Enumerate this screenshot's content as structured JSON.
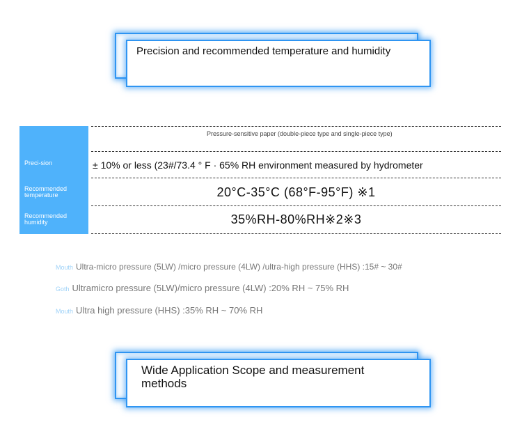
{
  "heading_top": "Precision and recommended temperature and humidity",
  "table": {
    "type_row": "Pressure-sensitive paper (double-piece type and single-piece type)",
    "rows": [
      {
        "label": "Preci-sion",
        "value": "± 10% or less (23#/73.4 ° F · 65% RH environment measured by hydrometer"
      },
      {
        "label": "Recommended temperature",
        "value": "20°C-35°C (68°F-95°F) ※1"
      },
      {
        "label": "Recommended humidity",
        "value": "35%RH-80%RH※2※3"
      }
    ]
  },
  "notes": [
    {
      "tag": "Mouth",
      "text": "Ultra-micro pressure (5LW) /micro pressure (4LW) /ultra-high pressure (HHS) :15# ~ 30#"
    },
    {
      "tag": "Goth",
      "text": "Ultramicro pressure (5LW)/micro pressure (4LW) :20% RH ~ 75% RH"
    },
    {
      "tag": "Mouth",
      "text": "Ultra high pressure (HHS) :35% RH ~ 70% RH"
    }
  ],
  "heading_bottom": "Wide Application Scope and measurement methods",
  "colors": {
    "accent": "#2f95f2",
    "label_col": "#4fb2fb"
  }
}
